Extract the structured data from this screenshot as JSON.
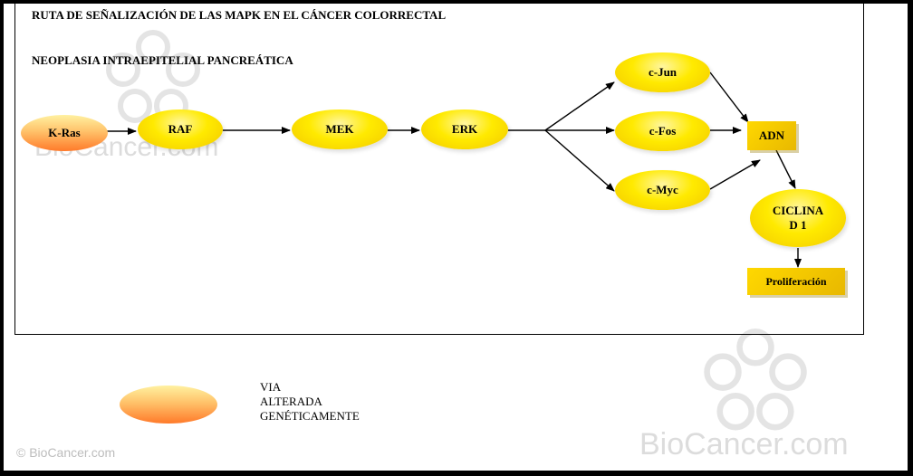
{
  "title": "RUTA DE SEÑALIZACIÓN DE LAS MAPK EN EL CÁNCER COLORRECTAL",
  "subtitle": "NEOPLASIA INTRAEPITELIAL PANCREÁTICA",
  "nodes": {
    "kras": "K-Ras",
    "raf": "RAF",
    "mek": "MEK",
    "erk": "ERK",
    "cjun": "c-Jun",
    "cfos": "c-Fos",
    "cmyc": "c-Myc",
    "adn": "ADN",
    "ciclina_line1": "CICLINA",
    "ciclina_line2": "D 1",
    "proliferacion": "Proliferación"
  },
  "legend": {
    "line1": "VIA",
    "line2": "ALTERADA",
    "line3": "GENÉTICAMENTE"
  },
  "watermark": {
    "text_small": "© BioCancer.com",
    "text_large": "BioCancer.com",
    "text_mid": "BioCancer.com"
  },
  "colors": {
    "normal_pathway": "#ffea00",
    "altered_pathway": "#ff7a2a",
    "box": "#ffd800"
  }
}
